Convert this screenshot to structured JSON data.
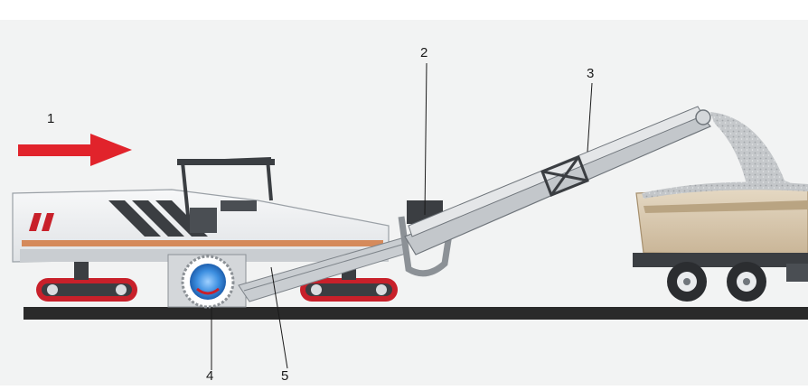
{
  "colors": {
    "background": "#f2f3f3",
    "arrow": "#e1232b",
    "machine_body": "#eef0f1",
    "machine_dark": "#3b3e42",
    "stripe_orange": "#d58a5b",
    "track_red": "#c8202a",
    "drum_blue": "#2f86dc",
    "truck_body": "#d8c8ad",
    "road": "#2a2a2a",
    "material": "#b9bcc0"
  },
  "callouts": [
    {
      "label": "1",
      "meaning": "direction-of-travel"
    },
    {
      "label": "2",
      "meaning": "loading-conveyor"
    },
    {
      "label": "3",
      "meaning": "discharge-conveyor"
    },
    {
      "label": "4",
      "meaning": "milling-drum"
    },
    {
      "label": "5",
      "meaning": "primary-conveyor"
    }
  ]
}
